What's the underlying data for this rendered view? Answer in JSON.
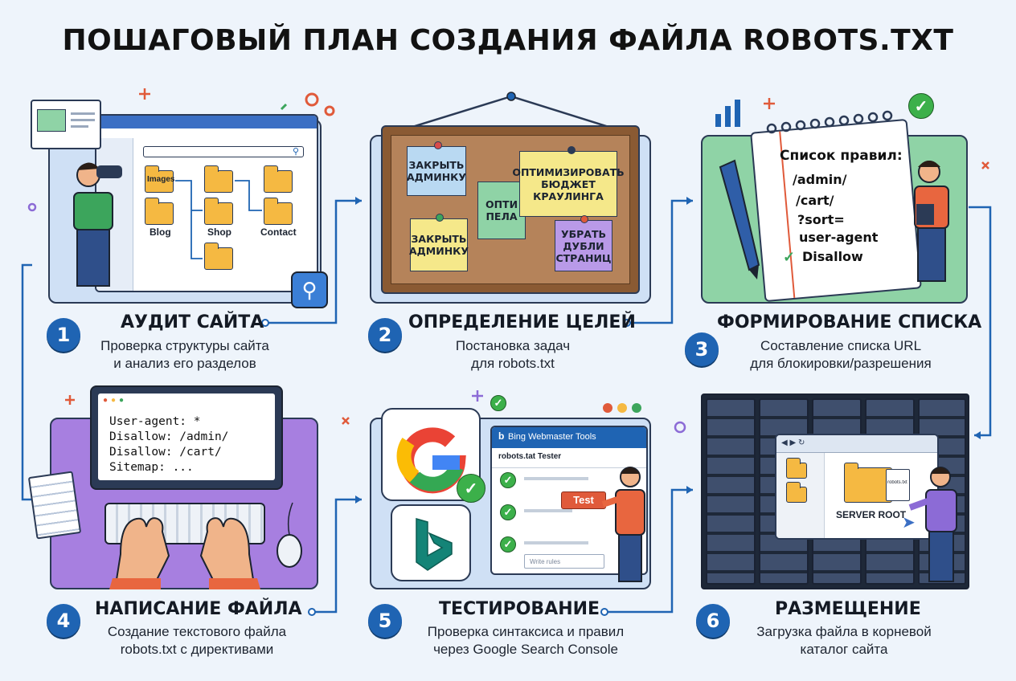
{
  "title": "ПОШАГОВЫЙ ПЛАН СОЗДАНИЯ ФАЙЛА ROBOTS.TXT",
  "steps": [
    {
      "num": "1",
      "title": "АУДИТ САЙТА",
      "desc_line1": "Проверка структуры сайта",
      "desc_line2": "и анализ его разделов"
    },
    {
      "num": "2",
      "title": "ОПРЕДЕЛЕНИЕ ЦЕЛЕЙ",
      "desc_line1": "Постановка задач",
      "desc_line2": "для robots.txt"
    },
    {
      "num": "3",
      "title": "ФОРМИРОВАНИЕ СПИСКА",
      "desc_line1": "Составление списка URL",
      "desc_line2": "для блокировки/разрешения"
    },
    {
      "num": "4",
      "title": "НАПИСАНИЕ ФАЙЛА",
      "desc_line1": "Создание текстового файла",
      "desc_line2": "robots.txt с директивами"
    },
    {
      "num": "5",
      "title": "ТЕСТИРОВАНИЕ",
      "desc_line1": "Проверка синтаксиса и правил",
      "desc_line2": "через Google Search Console"
    },
    {
      "num": "6",
      "title": "РАЗМЕЩЕНИЕ",
      "desc_line1": "Загрузка файла в корневой",
      "desc_line2": "каталог сайта"
    }
  ],
  "audit": {
    "folders": [
      "Images",
      "Blog",
      "Shop",
      "Contact"
    ]
  },
  "goals": {
    "notes": [
      "ЗАКРЫТЬ АДМИНКУ",
      "ОПТИ ПЕЛА",
      "ОПТИМИЗИРОВАТЬ БЮДЖЕТ КРАУЛИНГА",
      "ЗАКРЫТЬ АДМИНКУ",
      "УБРАТЬ ДУБЛИ СТРАНИЦ"
    ]
  },
  "list": {
    "heading": "Список правил:",
    "rules": [
      "/admin/",
      "/cart/",
      "?sort=",
      "user-agent",
      "Disallow"
    ]
  },
  "file": {
    "code": [
      "User-agent: *",
      "Disallow: /admin/",
      "Disallow: /cart/",
      "Sitemap: ..."
    ]
  },
  "testing": {
    "tool_title": "Bing Webmaster Tools",
    "tester_label": "robots.tat Tester",
    "test_button": "Test",
    "input_placeholder": "Write rules"
  },
  "hosting": {
    "server_root": "SERVER ROOT",
    "file_label": "robots.txt"
  },
  "colors": {
    "accent": "#1f64b3",
    "panel_blue": "#cfe0f5",
    "panel_purple": "#a77fe0",
    "panel_green": "#8fd3a6",
    "cork": "#b5835a"
  }
}
